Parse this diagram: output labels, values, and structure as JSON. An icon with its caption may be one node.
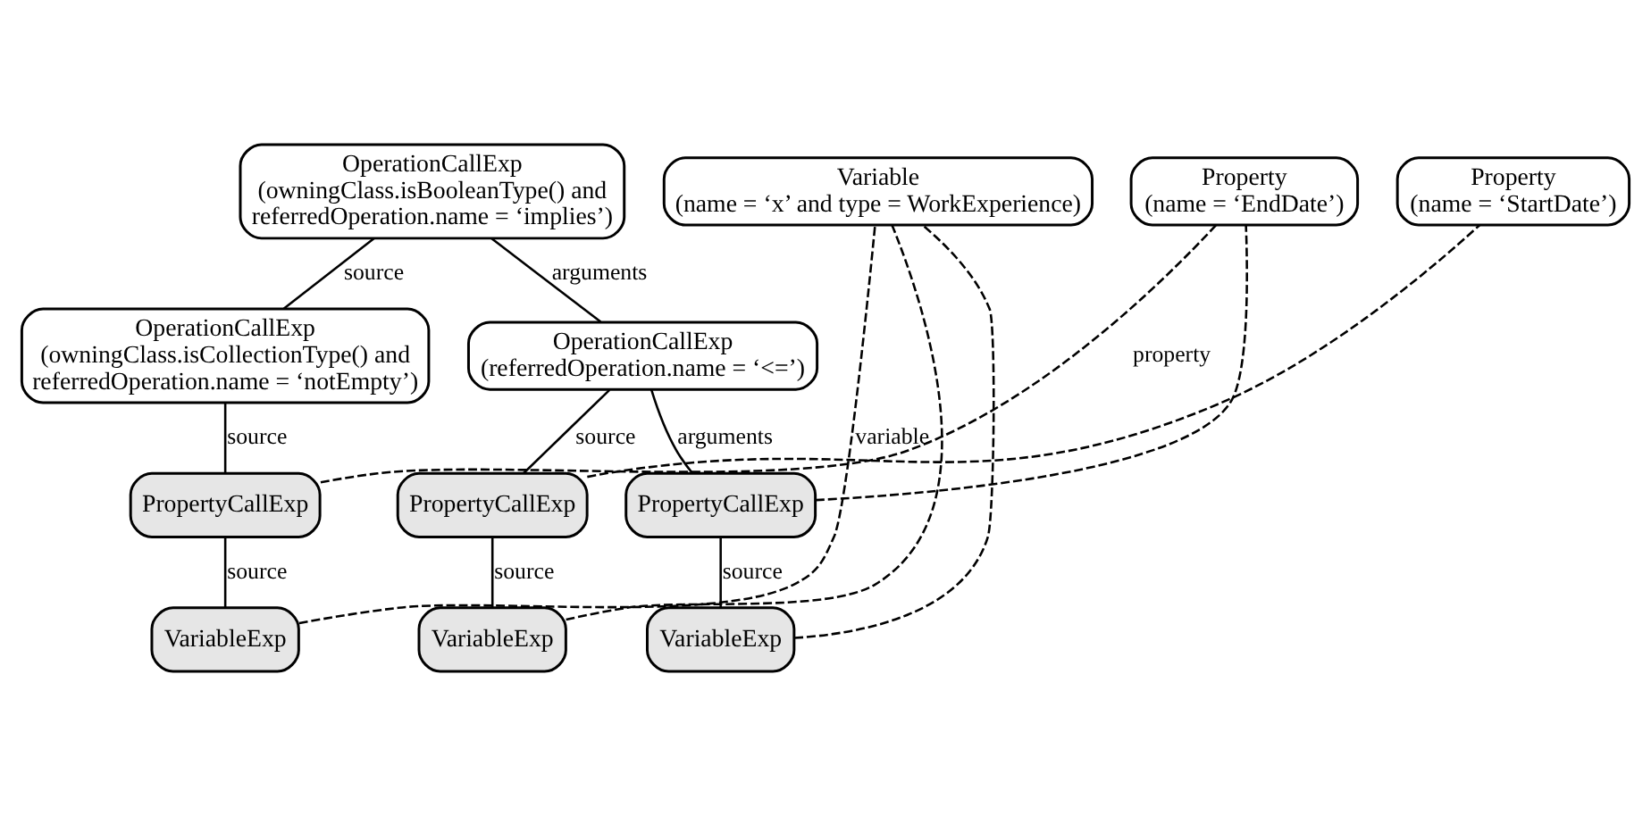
{
  "diagram": {
    "nodes": [
      {
        "text": [
          "OperationCallExp",
          "(owningClass.isBooleanType() and referredOperation.name = ‘implies’)"
        ]
      },
      {
        "text": [
          "OperationCallExp",
          "(owningClass.isCollectionType() and referredOperation.name = ‘notEmpty’)"
        ]
      },
      {
        "text": [
          "OperationCallExp",
          "(referredOperation.name = ‘<=’)"
        ]
      },
      {
        "text": [
          "PropertyCallExp"
        ]
      },
      {
        "text": [
          "PropertyCallExp"
        ]
      },
      {
        "text": [
          "PropertyCallExp"
        ]
      },
      {
        "text": [
          "VariableExp"
        ]
      },
      {
        "text": [
          "VariableExp"
        ]
      },
      {
        "text": [
          "VariableExp"
        ]
      },
      {
        "text": [
          "Variable",
          "(name = ‘x’ and type = WorkExperience)"
        ]
      },
      {
        "text": [
          "Property",
          "(name = ‘EndDate’)"
        ]
      },
      {
        "text": [
          "Property",
          "(name = ‘StartDate’)"
        ]
      }
    ],
    "edges": [
      {
        "from": 0,
        "to": 1,
        "arrow": "none",
        "label": "source"
      },
      {
        "from": 0,
        "to": 2,
        "arrow": "none",
        "label": "arguments"
      },
      {
        "from": 1,
        "to": 3,
        "arrow": "none",
        "label": "source"
      },
      {
        "from": 2,
        "to": 4,
        "arrow": "none",
        "label": "source"
      },
      {
        "from": 2,
        "to": 5,
        "arrow": "none",
        "label": "arguments"
      },
      {
        "from": 3,
        "to": 6,
        "arrow": "none",
        "label": "source"
      },
      {
        "from": 3,
        "to": 10,
        "arrow": "none",
        "label": "property",
        "style": "dashed"
      },
      {
        "from": 4,
        "to": 7,
        "arrow": "none",
        "label": "source"
      },
      {
        "from": 4,
        "to": 11,
        "arrow": "none",
        "style": "dashed"
      },
      {
        "from": 5,
        "to": 8,
        "arrow": "none",
        "label": "source"
      },
      {
        "from": 5,
        "to": 10,
        "arrow": "none",
        "style": "dashed"
      },
      {
        "from": 6,
        "to": 9,
        "arrow": "none",
        "label": "variable",
        "style": "dashed"
      },
      {
        "from": 7,
        "to": 9,
        "arrow": "none",
        "style": "dashed"
      },
      {
        "from": 8,
        "to": 9,
        "arrow": "none",
        "style": "dashed"
      }
    ]
  }
}
